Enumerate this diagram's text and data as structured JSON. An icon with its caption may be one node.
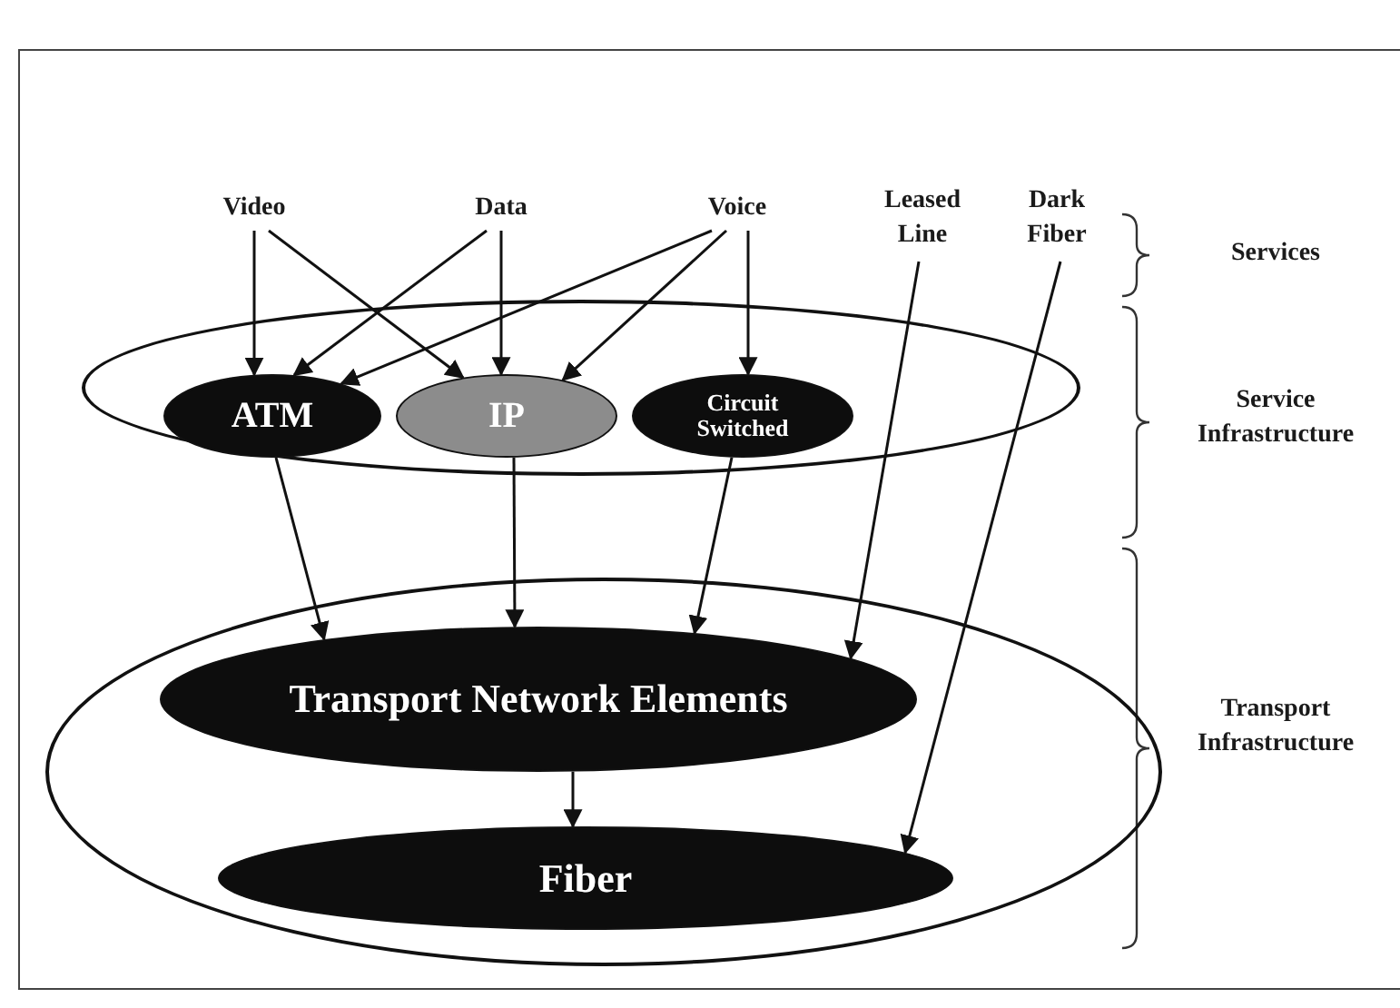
{
  "diagram": {
    "nodes": [
      {
        "text": [
          "Video"
        ]
      },
      {
        "text": [
          "Data"
        ]
      },
      {
        "text": [
          "Voice"
        ]
      },
      {
        "text": [
          "Leased Line"
        ]
      },
      {
        "text": [
          "Dark Fiber"
        ]
      },
      {
        "text": [],
        "shape": "ellipse"
      },
      {
        "text": [
          "ATM"
        ],
        "in": 5
      },
      {
        "text": [
          "IP"
        ],
        "in": 5
      },
      {
        "text": [
          "Circuit Switched"
        ],
        "in": 5
      },
      {
        "text": [],
        "shape": "ellipse"
      },
      {
        "text": [
          "Transport Network Elements"
        ],
        "in": 9
      },
      {
        "text": [
          "Fiber"
        ],
        "in": 9
      }
    ],
    "edges": [
      {
        "from": 0,
        "to": 6,
        "arrow": "to"
      },
      {
        "from": 0,
        "to": 7,
        "arrow": "to"
      },
      {
        "from": 1,
        "to": 6,
        "arrow": "to"
      },
      {
        "from": 1,
        "to": 7,
        "arrow": "to"
      },
      {
        "from": 2,
        "to": 6,
        "arrow": "to"
      },
      {
        "from": 2,
        "to": 7,
        "arrow": "to"
      },
      {
        "from": 2,
        "to": 8,
        "arrow": "to"
      },
      {
        "from": 6,
        "to": 10,
        "arrow": "to"
      },
      {
        "from": 7,
        "to": 10,
        "arrow": "to"
      },
      {
        "from": 8,
        "to": 10,
        "arrow": "to"
      },
      {
        "from": 3,
        "to": 10,
        "arrow": "to"
      },
      {
        "from": 10,
        "to": 11,
        "arrow": "to"
      },
      {
        "from": 4,
        "to": 11,
        "arrow": "to"
      }
    ],
    "labels": [
      "Services",
      "Service Infrastructure",
      "Transport Infrastructure"
    ]
  }
}
